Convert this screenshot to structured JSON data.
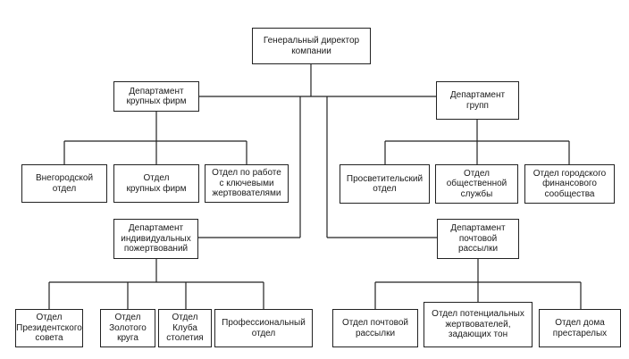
{
  "nodes": {
    "ceo": "Генеральный директор\nкомпании",
    "dept_large": "Департамент\nкрупных фирм",
    "dept_groups": "Департамент\nгрупп",
    "out_of_town": "Внегородской\nотдел",
    "large_firms": "Отдел\nкрупных фирм",
    "key_donors": "Отдел по работе\nс ключевыми\nжертвователями",
    "education": "Просветительский\nотдел",
    "public_service": "Отдел\nобщественной\nслужбы",
    "city_finance": "Отдел городского\nфинансового\nсообщества",
    "dept_individual": "Департамент\nиндивидуальных\nпожертвований",
    "dept_mail": "Департамент\nпочтовой\nрассылки",
    "presidential": "Отдел\nПрезидентского\nсовета",
    "golden_circle": "Отдел\nЗолотого\nкруга",
    "century_club": "Отдел\nКлуба\nстолетия",
    "professional": "Профессиональный\nотдел",
    "mailing": "Отдел почтовой\nрассылки",
    "potential_donors": "Отдел потенциальных\nжертвователей,\nзадающих тон",
    "nursing_homes": "Отдел дома\nпрестарелых"
  }
}
